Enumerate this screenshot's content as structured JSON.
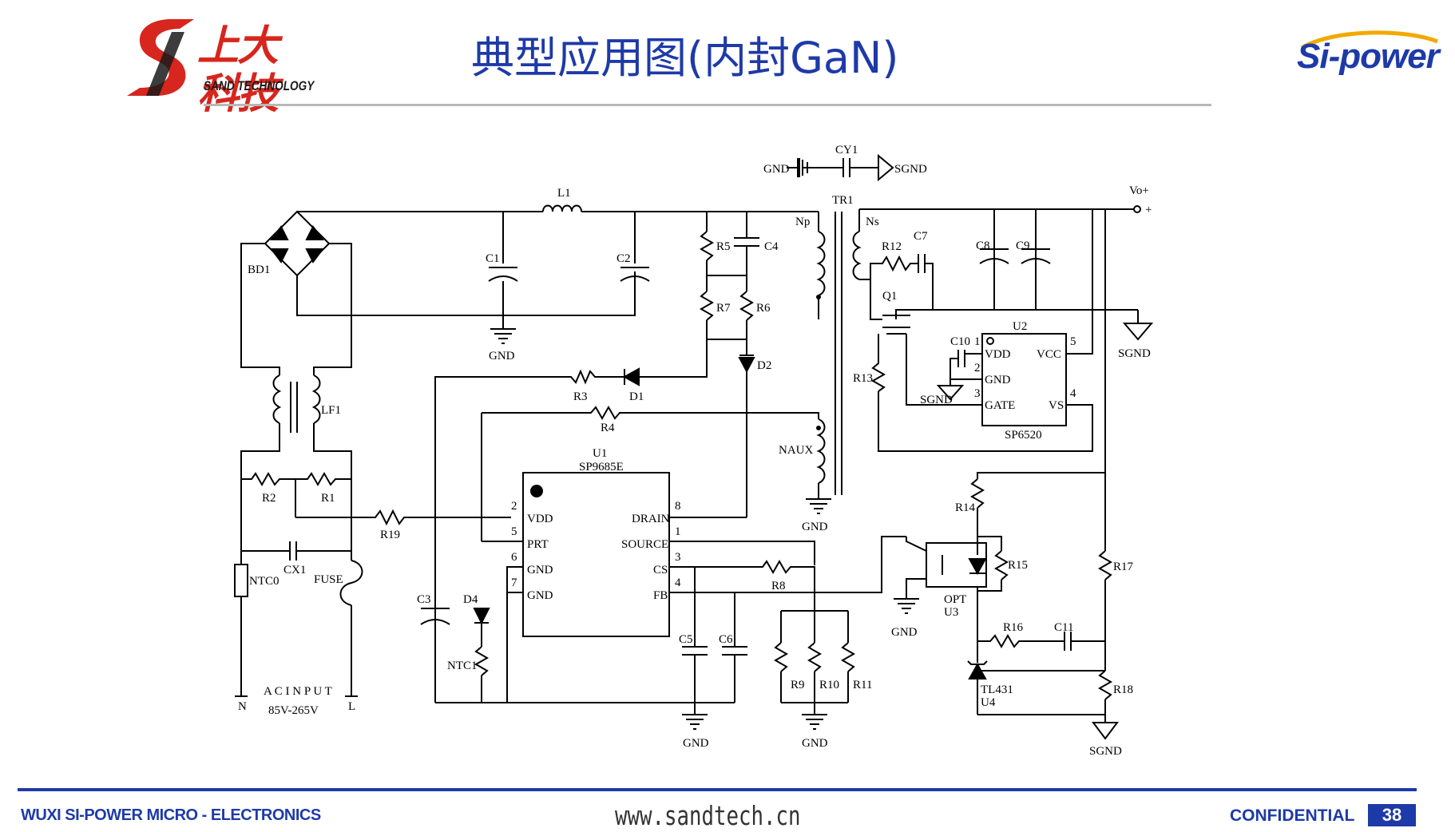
{
  "header": {
    "company_cn": "上大科技",
    "company_en": "SAND TECHNOLOGY",
    "title": "典型应用图(内封GaN)",
    "partner_logo": "Si-power"
  },
  "schematic": {
    "labels": {
      "gnd_top": "GND",
      "cy1": "CY1",
      "sgnd_top": "SGND",
      "tr1": "TR1",
      "l1": "L1",
      "bd1": "BD1",
      "c1": "C1",
      "c2": "C2",
      "gnd_c": "GND",
      "r5": "R5",
      "c4": "C4",
      "r7": "R7",
      "r6": "R6",
      "d2": "D2",
      "np": "Np",
      "ns": "Ns",
      "naux": "NAUX",
      "gnd_aux": "GND",
      "r3": "R3",
      "d1": "D1",
      "r4": "R4",
      "lf1": "LF1",
      "r2": "R2",
      "r1": "R1",
      "r19": "R19",
      "u1": "U1",
      "sp9685e": "SP9685E",
      "vdd": "VDD",
      "prt": "PRT",
      "gnd1": "GND",
      "gnd2": "GND",
      "drain": "DRAIN",
      "source": "SOURCE",
      "cs": "CS",
      "fb": "FB",
      "p2": "2",
      "p5": "5",
      "p6": "6",
      "p7": "7",
      "p8": "8",
      "p1": "1",
      "p3": "3",
      "p4": "4",
      "c3": "C3",
      "d4": "D4",
      "ntc1": "NTC1",
      "ntc0": "NTC0",
      "cx1": "CX1",
      "fuse": "FUSE",
      "ac_input": "A C I N P U T",
      "voltage": "85V-265V",
      "n": "N",
      "l": "L",
      "c5": "C5",
      "c6": "C6",
      "gnd_c5": "GND",
      "r8": "R8",
      "r9": "R9",
      "r10": "R10",
      "r11": "R11",
      "gnd_r": "GND",
      "vo": "Vo+",
      "plus": "+",
      "r12": "R12",
      "c7": "C7",
      "c8": "C8",
      "c9": "C9",
      "q1": "Q1",
      "u2": "U2",
      "c10": "C10",
      "u2_p1": "1",
      "u2_p2": "2",
      "u2_p3": "3",
      "u2_p4": "4",
      "u2_p5": "5",
      "u2_vdd": "VDD",
      "u2_gnd": "GND",
      "u2_gate": "GATE",
      "u2_vcc": "VCC",
      "u2_vs": "VS",
      "sp6520": "SP6520",
      "sgnd_u2": "SGND",
      "sgnd_right": "SGND",
      "r13": "R13",
      "r14": "R14",
      "r15": "R15",
      "opt": "OPT",
      "u3": "U3",
      "gnd_opt": "GND",
      "r16": "R16",
      "c11": "C11",
      "r17": "R17",
      "r18": "R18",
      "tl431": "TL431",
      "u4": "U4",
      "sgnd_bottom": "SGND"
    }
  },
  "footer": {
    "company": "WUXI SI-POWER MICRO - ELECTRONICS",
    "website": "www.sandtech.cn",
    "confidential": "CONFIDENTIAL",
    "page": "38"
  }
}
